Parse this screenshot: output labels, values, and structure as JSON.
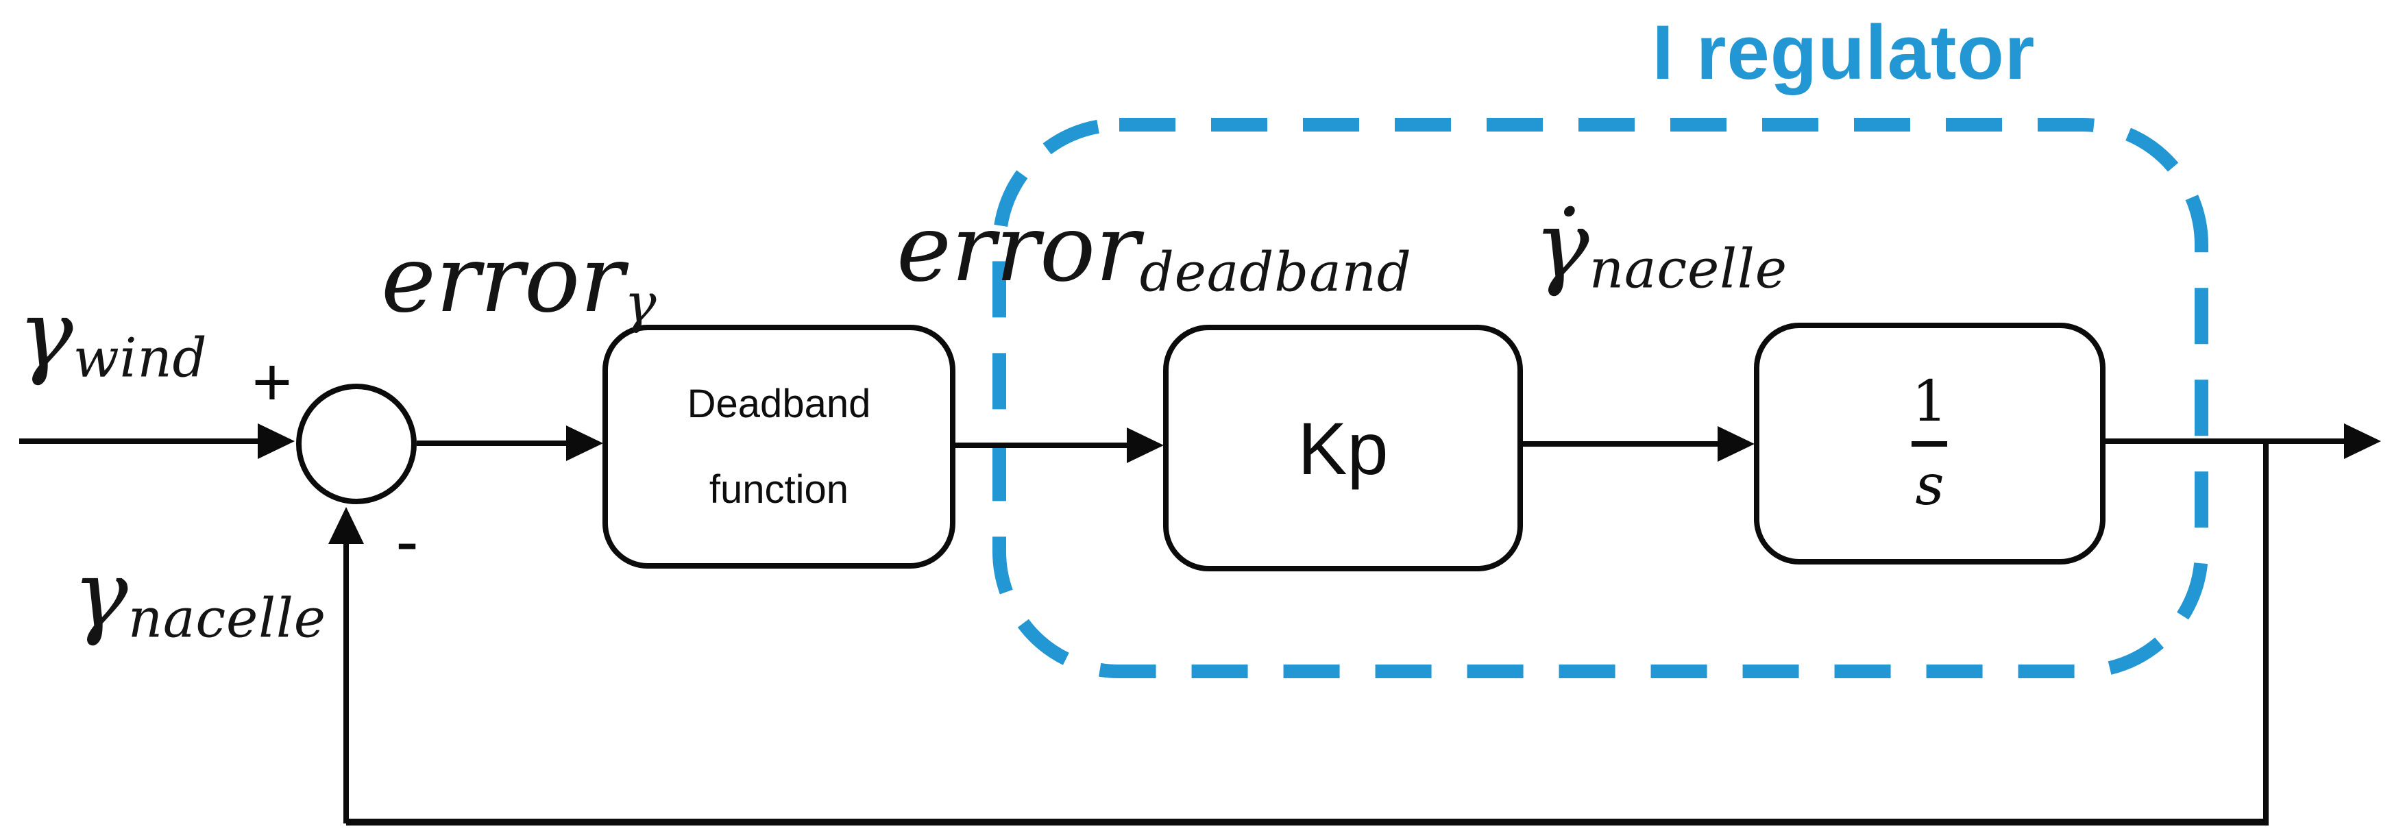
{
  "diagram": {
    "title": "I regulator",
    "colors": {
      "accent": "#2397D4",
      "line": "#0b0b0b"
    },
    "signals": {
      "input": {
        "main": "γ",
        "sub": "wind"
      },
      "error": {
        "main": "error",
        "sub": "γ"
      },
      "error_deadband": {
        "main": "error",
        "sub": "deadband"
      },
      "rate": {
        "main": "γ̇",
        "sub": "nacelle"
      },
      "feedback": {
        "main": "γ",
        "sub": "nacelle"
      }
    },
    "sum_junction": {
      "plus": "+",
      "minus": "-"
    },
    "blocks": {
      "deadband": {
        "line1": "Deadband",
        "line2": "function"
      },
      "gain": {
        "label": "Kp"
      },
      "integrator": {
        "numerator": "1",
        "denominator": "s"
      }
    }
  }
}
